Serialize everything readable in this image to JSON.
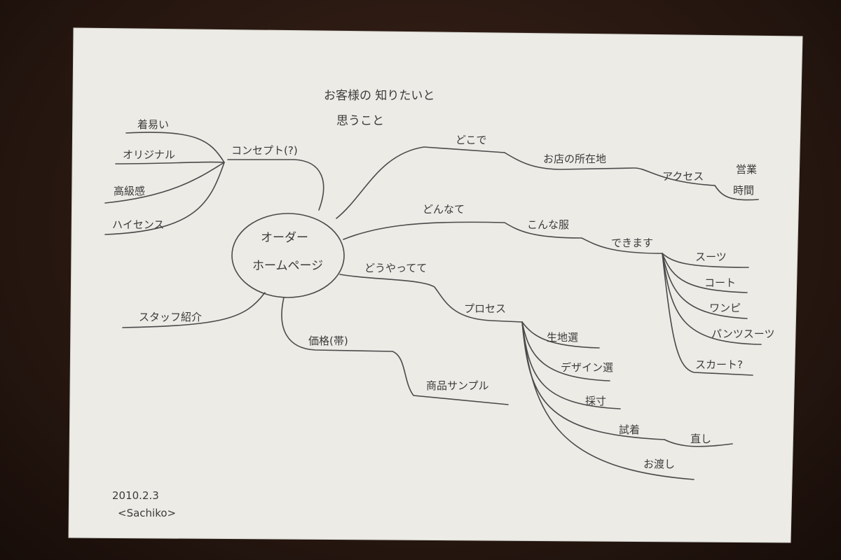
{
  "mind_map": {
    "title_line1": "お客様の 知りたいと",
    "title_line2": "思うこと",
    "center_line1": "オーダー",
    "center_line2": "ホームページ",
    "concept": {
      "label": "コンセプト(?)",
      "children": [
        "着易い",
        "オリジナル",
        "高級感",
        "ハイセンス"
      ]
    },
    "staff": "スタッフ紹介",
    "price": {
      "label": "価格(帯)",
      "child": "商品サンプル"
    },
    "where": {
      "label": "どこで",
      "child": "お店の所在地",
      "grandchild": "アクセス",
      "hours_line1": "営業",
      "hours_line2": "時間"
    },
    "what": {
      "label": "どんなて",
      "child": "こんな服",
      "grandchild": "できます",
      "items": [
        "スーツ",
        "コート",
        "ワンピ",
        "パンツスーツ",
        "スカート?"
      ]
    },
    "how": {
      "label": "どうやってて",
      "child": "プロセス",
      "steps": [
        "生地選",
        "デザイン選",
        "採寸",
        "試着",
        "お渡し"
      ],
      "fitting_child": "直し"
    },
    "signature_line1": "2010.2.3",
    "signature_line2": "<Sachiko>"
  }
}
